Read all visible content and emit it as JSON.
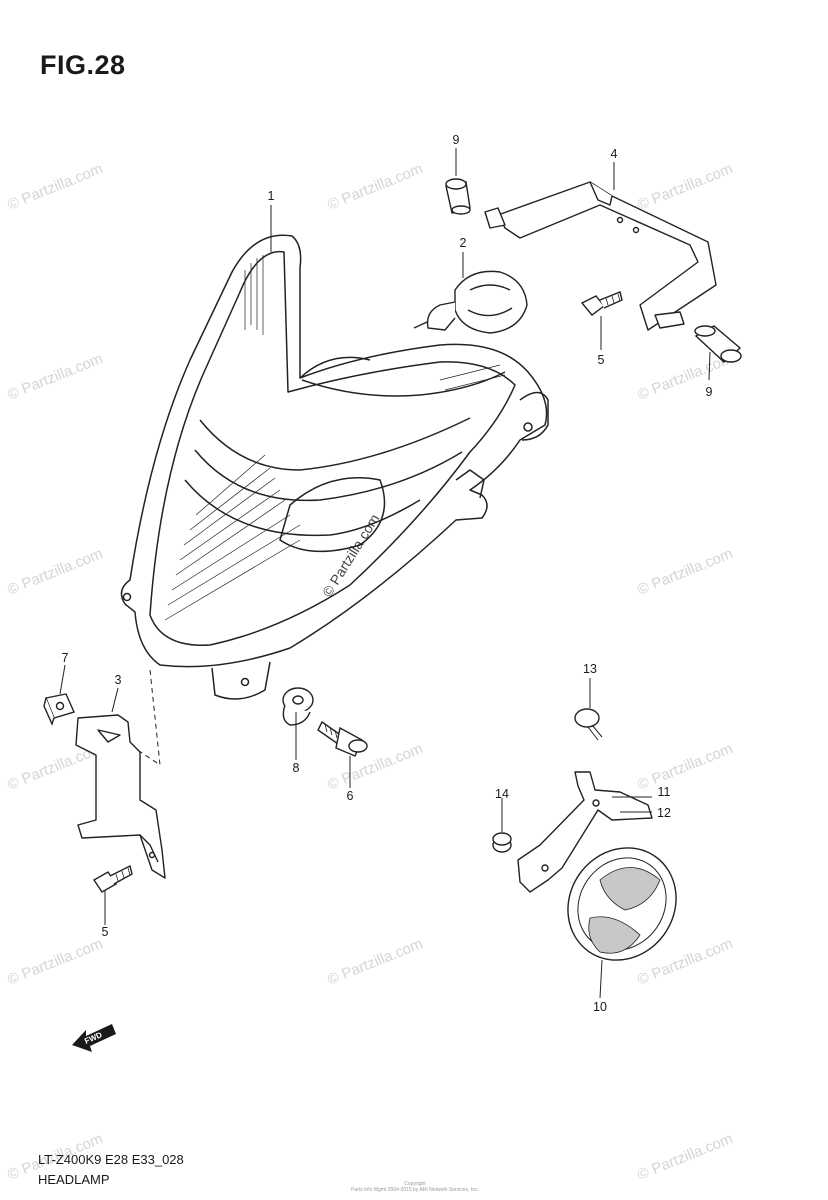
{
  "figure": {
    "title": "FIG.28",
    "model_code": "LT-Z400K9 E28 E33_028",
    "name": "HEADLAMP",
    "copyright_label": "Copyright",
    "copyright_text": "Parts Info Mgmt 2004-2015 by ARI Network Services, Inc."
  },
  "callouts": [
    "1",
    "2",
    "3",
    "4",
    "5",
    "5",
    "6",
    "7",
    "8",
    "9",
    "9",
    "10",
    "11",
    "12",
    "13",
    "14"
  ],
  "fwd_label": "FWD",
  "watermark_text": "© Partzilla.com"
}
